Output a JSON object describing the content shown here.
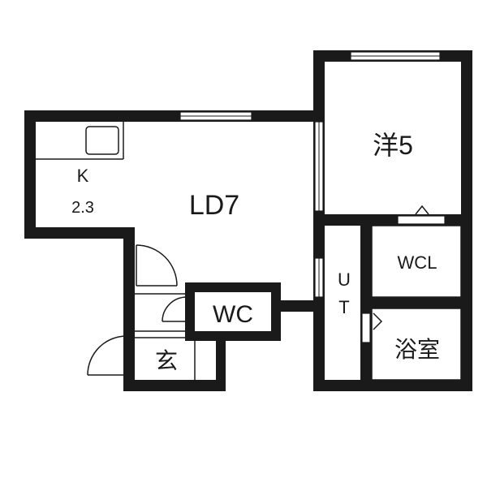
{
  "plan": {
    "rooms": {
      "western_room": "洋5",
      "living_dining": "LD7",
      "kitchen_name": "K",
      "kitchen_size": "2.3",
      "walk_in_closet": "WCL",
      "utility_u": "U",
      "utility_t": "T",
      "toilet": "WC",
      "bathroom": "浴室",
      "entrance": "玄"
    }
  }
}
